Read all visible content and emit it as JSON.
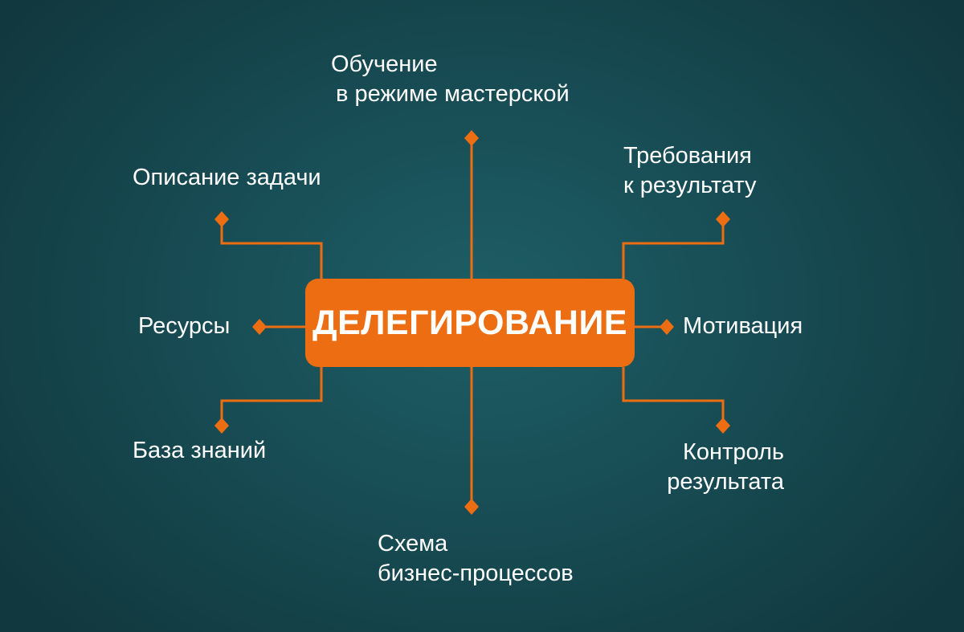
{
  "center": {
    "label": "ДЕЛЕГИРОВАНИЕ"
  },
  "nodes": {
    "training": {
      "lines": [
        "Обучение",
        "в режиме мастерской"
      ]
    },
    "task_description": {
      "lines": [
        "Описание задачи"
      ]
    },
    "result_requirements": {
      "lines": [
        "Требования",
        "к результату"
      ]
    },
    "resources": {
      "lines": [
        "Ресурсы"
      ]
    },
    "motivation": {
      "lines": [
        "Мотивация"
      ]
    },
    "knowledge_base": {
      "lines": [
        "База знаний"
      ]
    },
    "result_control": {
      "lines": [
        "Контроль",
        "результата"
      ]
    },
    "process_scheme": {
      "lines": [
        "Схема",
        "бизнес-процессов"
      ]
    }
  },
  "colors": {
    "accent": "#ed6d12",
    "background_center": "#1e5e66",
    "background_edge": "#11383e",
    "text": "#ffffff"
  }
}
